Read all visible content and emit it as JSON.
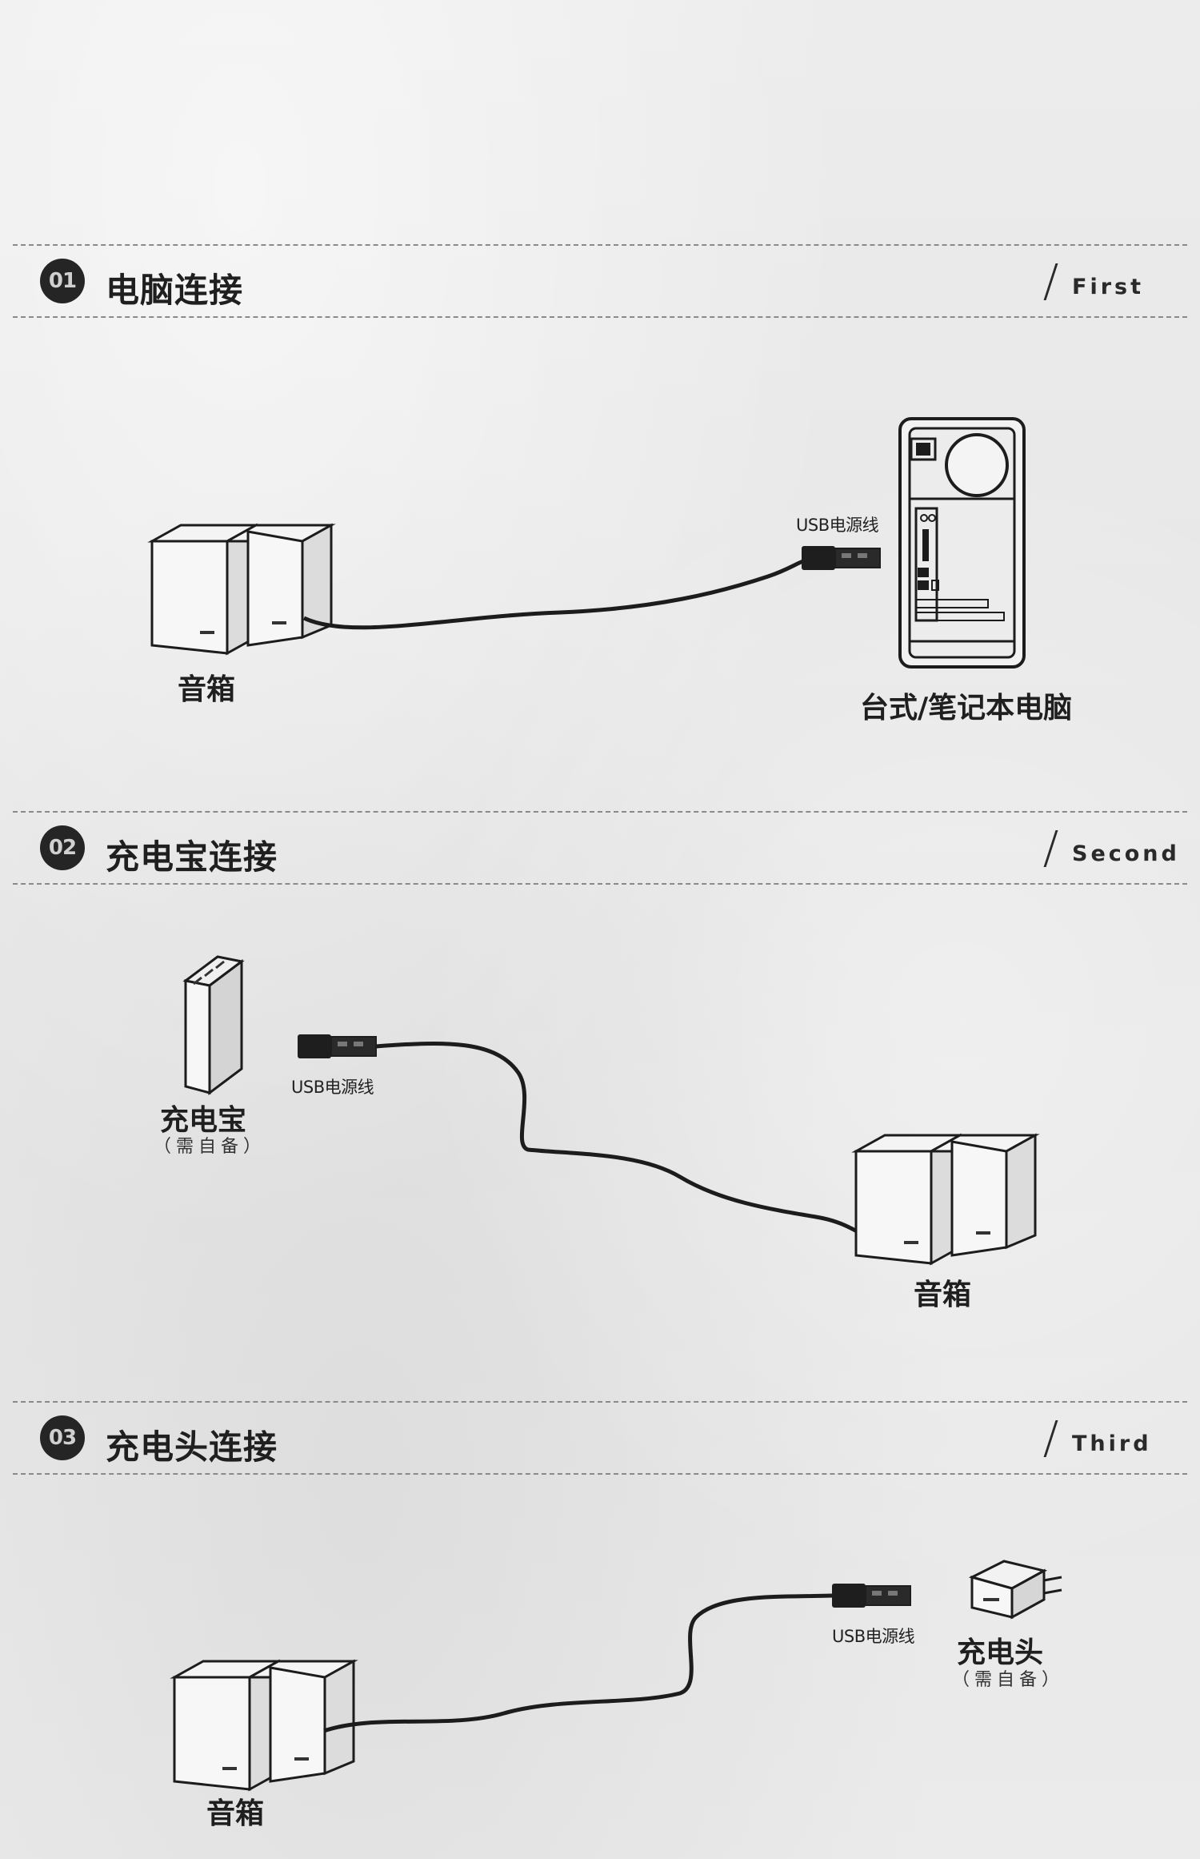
{
  "sections": [
    {
      "number": "01",
      "title": "电脑连接",
      "ordinal": "First",
      "labels": {
        "speaker": "音箱",
        "cable": "USB电源线",
        "device": "台式/笔记本电脑"
      }
    },
    {
      "number": "02",
      "title": "充电宝连接",
      "ordinal": "Second",
      "labels": {
        "device": "充电宝",
        "device_note": "（需自备）",
        "cable": "USB电源线",
        "speaker": "音箱"
      }
    },
    {
      "number": "03",
      "title": "充电头连接",
      "ordinal": "Third",
      "labels": {
        "cable": "USB电源线",
        "device": "充电头",
        "device_note": "（需自备）",
        "speaker": "音箱"
      }
    }
  ]
}
